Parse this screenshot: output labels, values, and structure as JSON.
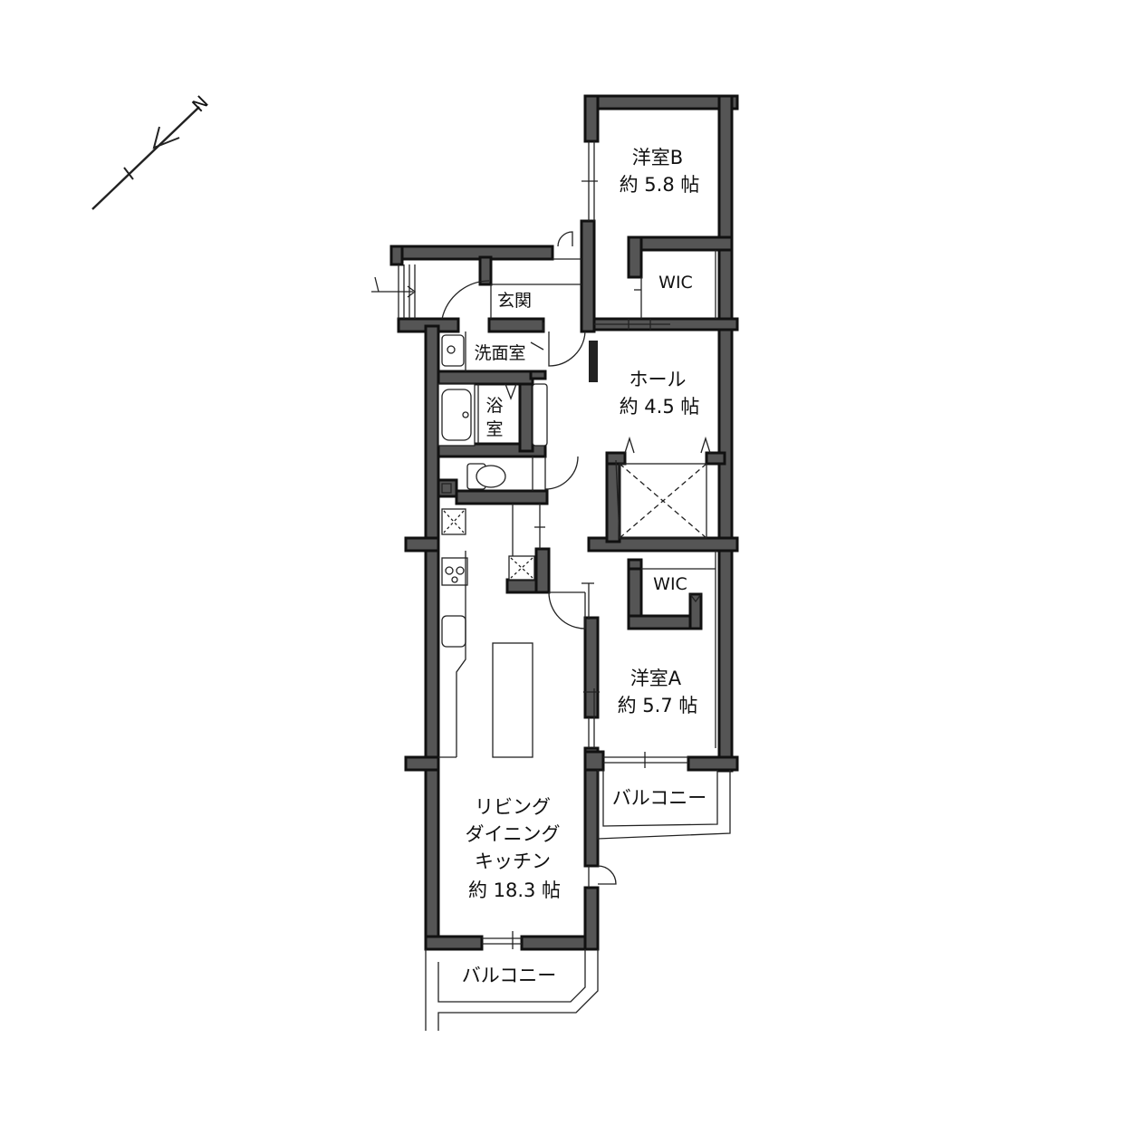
{
  "compass": {
    "label": "N"
  },
  "rooms": {
    "western_b": {
      "name": "洋室B",
      "area": "約 5.8 帖"
    },
    "wic_b": {
      "name": "WIC"
    },
    "entrance": {
      "name": "玄関"
    },
    "washroom": {
      "name": "洗面室"
    },
    "bath": {
      "name_line1": "浴",
      "name_line2": "室"
    },
    "hall": {
      "name": "ホール",
      "area": "約 4.5 帖"
    },
    "wic_a": {
      "name": "WIC"
    },
    "western_a": {
      "name": "洋室A",
      "area": "約 5.7 帖"
    },
    "balcony_east": {
      "name": "バルコニー"
    },
    "ldk": {
      "line1": "リビング",
      "line2": "ダイニング",
      "line3": "キッチン",
      "area": "約 18.3 帖"
    },
    "balcony_south": {
      "name": "バルコニー"
    }
  }
}
